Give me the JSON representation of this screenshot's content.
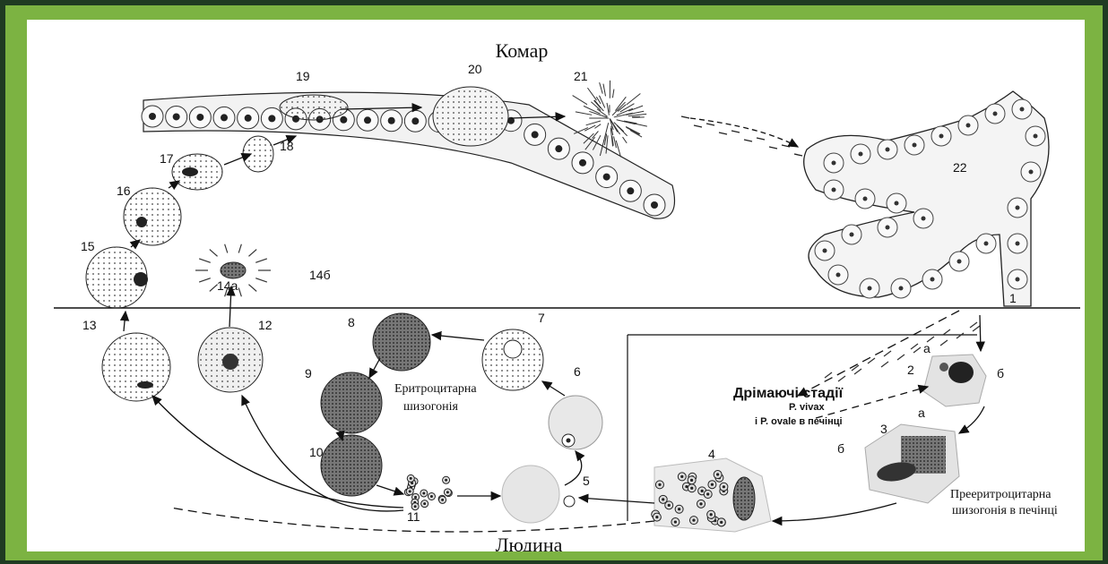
{
  "title_top": "Комар",
  "title_bottom": "Людина",
  "dormant": {
    "line1": "Дрімаючі стадії",
    "line2": "P. vivax",
    "line3": "і P. ovale в печінці"
  },
  "erythro": {
    "line1": "Еритроцитарна",
    "line2": "шизогонія"
  },
  "preerythro": {
    "line1": "Прееритроцитарна",
    "line2": "шизогонія в печінці"
  },
  "stage_labels": {
    "s1": "1",
    "s2": "2",
    "s3": "3",
    "s4": "4",
    "s5": "5",
    "s6": "6",
    "s7": "7",
    "s8": "8",
    "s9": "9",
    "s10": "10",
    "s11": "11",
    "s12": "12",
    "s13": "13",
    "s14a": "14а",
    "s14b": "14б",
    "s15": "15",
    "s16": "16",
    "s17": "17",
    "s18": "18",
    "s19": "19",
    "s20": "20",
    "s21": "21",
    "s22": "22"
  },
  "sub_labels": {
    "a1": "а",
    "b1": "б",
    "a2": "а",
    "b2": "б"
  }
}
